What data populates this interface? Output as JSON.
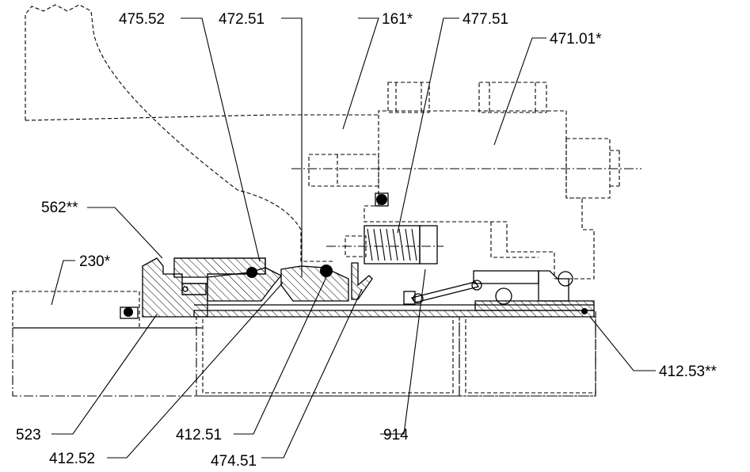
{
  "labels": [
    {
      "id": "l47552",
      "text": "475.52"
    },
    {
      "id": "l47251",
      "text": "472.51"
    },
    {
      "id": "l161",
      "text": "161*"
    },
    {
      "id": "l47751",
      "text": "477.51"
    },
    {
      "id": "l47101",
      "text": "471.01*"
    },
    {
      "id": "l562",
      "text": "562**"
    },
    {
      "id": "l230",
      "text": "230*"
    },
    {
      "id": "l41253",
      "text": "412.53**"
    },
    {
      "id": "l523",
      "text": "523"
    },
    {
      "id": "l41251",
      "text": "412.51"
    },
    {
      "id": "l914",
      "text": "914"
    },
    {
      "id": "l41252",
      "text": "412.52"
    },
    {
      "id": "l47451",
      "text": "474.51"
    }
  ]
}
